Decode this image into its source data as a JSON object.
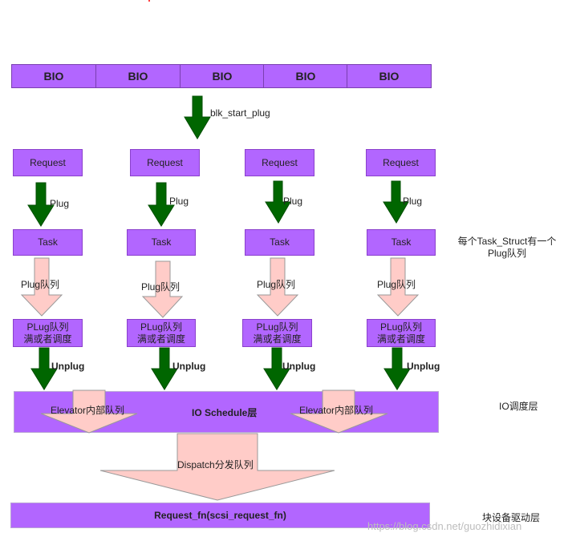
{
  "bio_row": [
    "BIO",
    "BIO",
    "BIO",
    "BIO",
    "BIO"
  ],
  "start_plug_label": "blk_start_plug",
  "columns": [
    {
      "request": "Request",
      "plug": "Plug",
      "task": "Task",
      "plug_queue": "Plug队列",
      "plug_box": [
        "PLug队列",
        "满或者调度"
      ],
      "unplug": "Unplug"
    },
    {
      "request": "Request",
      "plug": "Plug",
      "task": "Task",
      "plug_queue": "Plug队列",
      "plug_box": [
        "PLug队列",
        "满或者调度"
      ],
      "unplug": "Unplug"
    },
    {
      "request": "Request",
      "plug": "Plug",
      "task": "Task",
      "plug_queue": "Plug队列",
      "plug_box": [
        "PLug队列",
        "满或者调度"
      ],
      "unplug": "Unplug"
    },
    {
      "request": "Request",
      "plug": "Plug",
      "task": "Task",
      "plug_queue": "Plug队列",
      "plug_box": [
        "PLug队列",
        "满或者调度"
      ],
      "unplug": "Unplug"
    }
  ],
  "task_note": [
    "每个Task_Struct有一个",
    "Plug队列"
  ],
  "schedule_layer": {
    "title": "IO Schedule层",
    "elevator_left": "Elevator内部队列",
    "elevator_right": "Elevator内部队列",
    "side_note": "IO调度层"
  },
  "dispatch_label": "Dispatch分发队列",
  "driver_layer": {
    "title": "Request_fn(scsi_request_fn)",
    "side_note": "块设备驱动层"
  },
  "watermark": "https://blog.csdn.net/guozhidixian",
  "colors": {
    "purple": "#b266ff",
    "dark_green": "#006600",
    "pink": "#ffccc8"
  }
}
